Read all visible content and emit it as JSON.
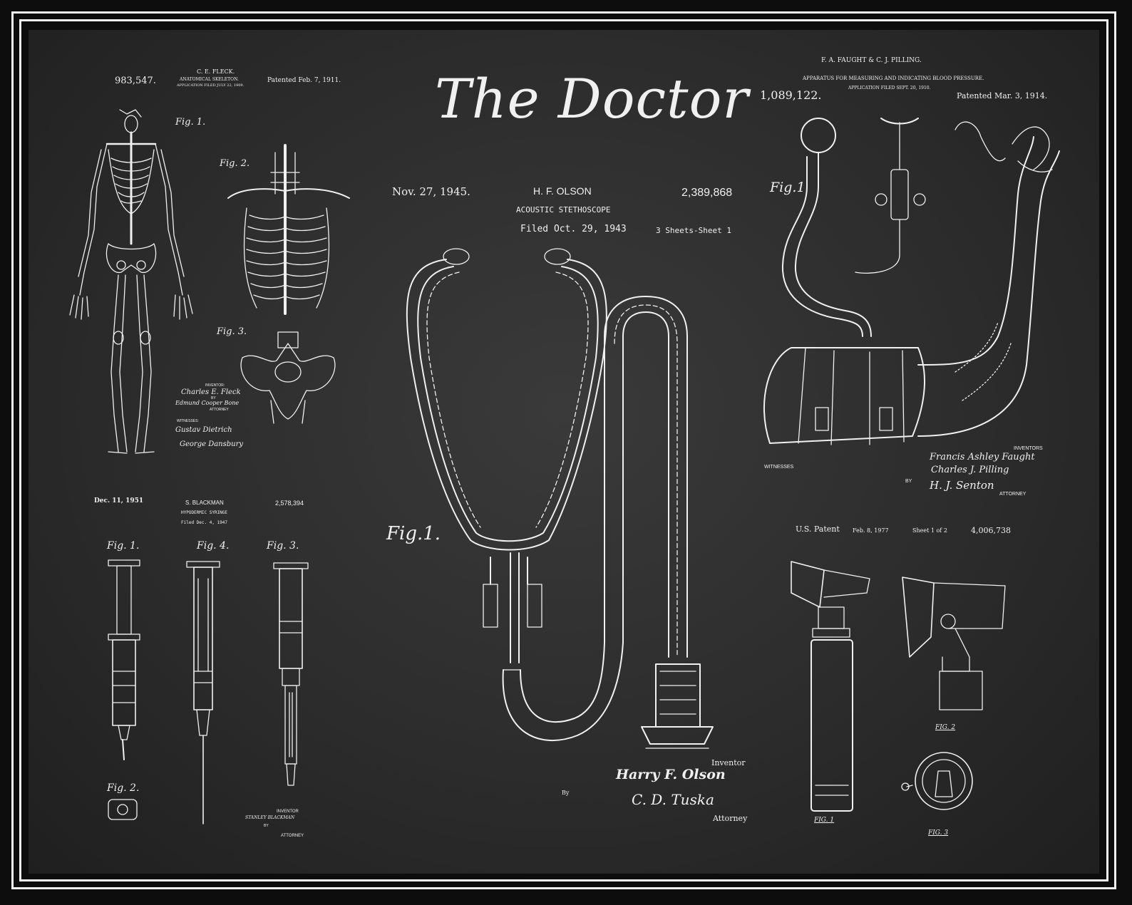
{
  "poster": {
    "title": "The Doctor",
    "colors": {
      "board": "#2c2c2c",
      "frame": "#f2f2f2",
      "ink": "#f0f0f0"
    }
  },
  "skeleton_patent": {
    "number": "983,547.",
    "inventor_header": "C. E. FLECK.",
    "name": "ANATOMICAL SKELETON.",
    "application": "APPLICATION FILED JULY 22, 1909.",
    "patented": "Patented Feb. 7, 1911.",
    "fig1": "Fig. 1.",
    "fig2": "Fig. 2.",
    "fig3": "Fig. 3.",
    "inventor_label": "INVENTOR:",
    "inventor_sig": "Charles E. Fleck",
    "by": "BY",
    "attorney_sig": "Edmund Cooper Bone",
    "attorney_label": "ATTORNEY",
    "witnesses_label": "WITNESSES:",
    "witness1": "Gustav Dietrich",
    "witness2": "George Dansbury"
  },
  "stethoscope_patent": {
    "date": "Nov. 27, 1945.",
    "inventor_header": "H. F. OLSON",
    "name": "ACOUSTIC STETHOSCOPE",
    "filed": "Filed Oct. 29, 1943",
    "number": "2,389,868",
    "sheets": "3 Sheets-Sheet 1",
    "fig": "Fig.1.",
    "inventor_label": "Inventor",
    "inventor_sig": "Harry F. Olson",
    "by": "By",
    "attorney_sig": "C. D. Tuska",
    "attorney_label": "Attorney"
  },
  "blood_pressure_patent": {
    "inventor_header": "F. A. FAUGHT & C. J. PILLING.",
    "name": "APPARATUS FOR MEASURING AND INDICATING BLOOD PRESSURE.",
    "application": "APPLICATION FILED SEPT. 20, 1910.",
    "number": "1,089,122.",
    "patented": "Patented Mar. 3, 1914.",
    "fig": "Fig.1",
    "witnesses_label": "WITNESSES",
    "inventors_label": "INVENTORS",
    "inventor_sig1": "Francis Ashley Faught",
    "inventor_sig2": "Charles J. Pilling",
    "by": "BY",
    "attorney_sig": "H. J. Senton",
    "attorney_label": "ATTORNEY"
  },
  "syringe_patent": {
    "date": "Dec. 11, 1951",
    "inventor_header": "S. BLACKMAN",
    "name": "HYPODERMIC SYRINGE",
    "filed": "Filed Dec. 4, 1947",
    "number": "2,578,394",
    "fig1": "Fig. 1.",
    "fig4": "Fig. 4.",
    "fig3": "Fig. 3.",
    "fig2": "Fig. 2.",
    "inventor_label": "INVENTOR",
    "inventor_name": "STANLEY BLACKMAN",
    "by": "BY",
    "attorney_label": "ATTORNEY"
  },
  "otoscope_patent": {
    "header": "U.S. Patent",
    "date": "Feb. 8, 1977",
    "sheet": "Sheet 1 of 2",
    "number": "4,006,738",
    "fig1": "FIG. 1",
    "fig2": "FIG. 2",
    "fig3": "FIG. 3"
  }
}
